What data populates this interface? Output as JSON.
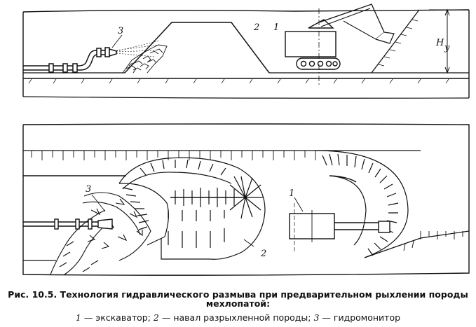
{
  "labels": {
    "excavator_top": "1",
    "pile_top": "2",
    "monitor_top": "3",
    "height_label": "H",
    "height_sub": "y",
    "excavator_bottom": "1",
    "pile_bottom": "2",
    "monitor_bottom": "3"
  },
  "caption": {
    "title_line1": "Рис. 10.5. Технология гидравлического размыва при предварительном рыхлении породы",
    "title_line2": "мехлопатой:",
    "legend_1_num": "1",
    "legend_1_text": "— экскаватор;",
    "legend_2_num": "2",
    "legend_2_text": "— навал разрыхленной породы;",
    "legend_3_num": "3",
    "legend_3_text": "— гидромонитор"
  }
}
